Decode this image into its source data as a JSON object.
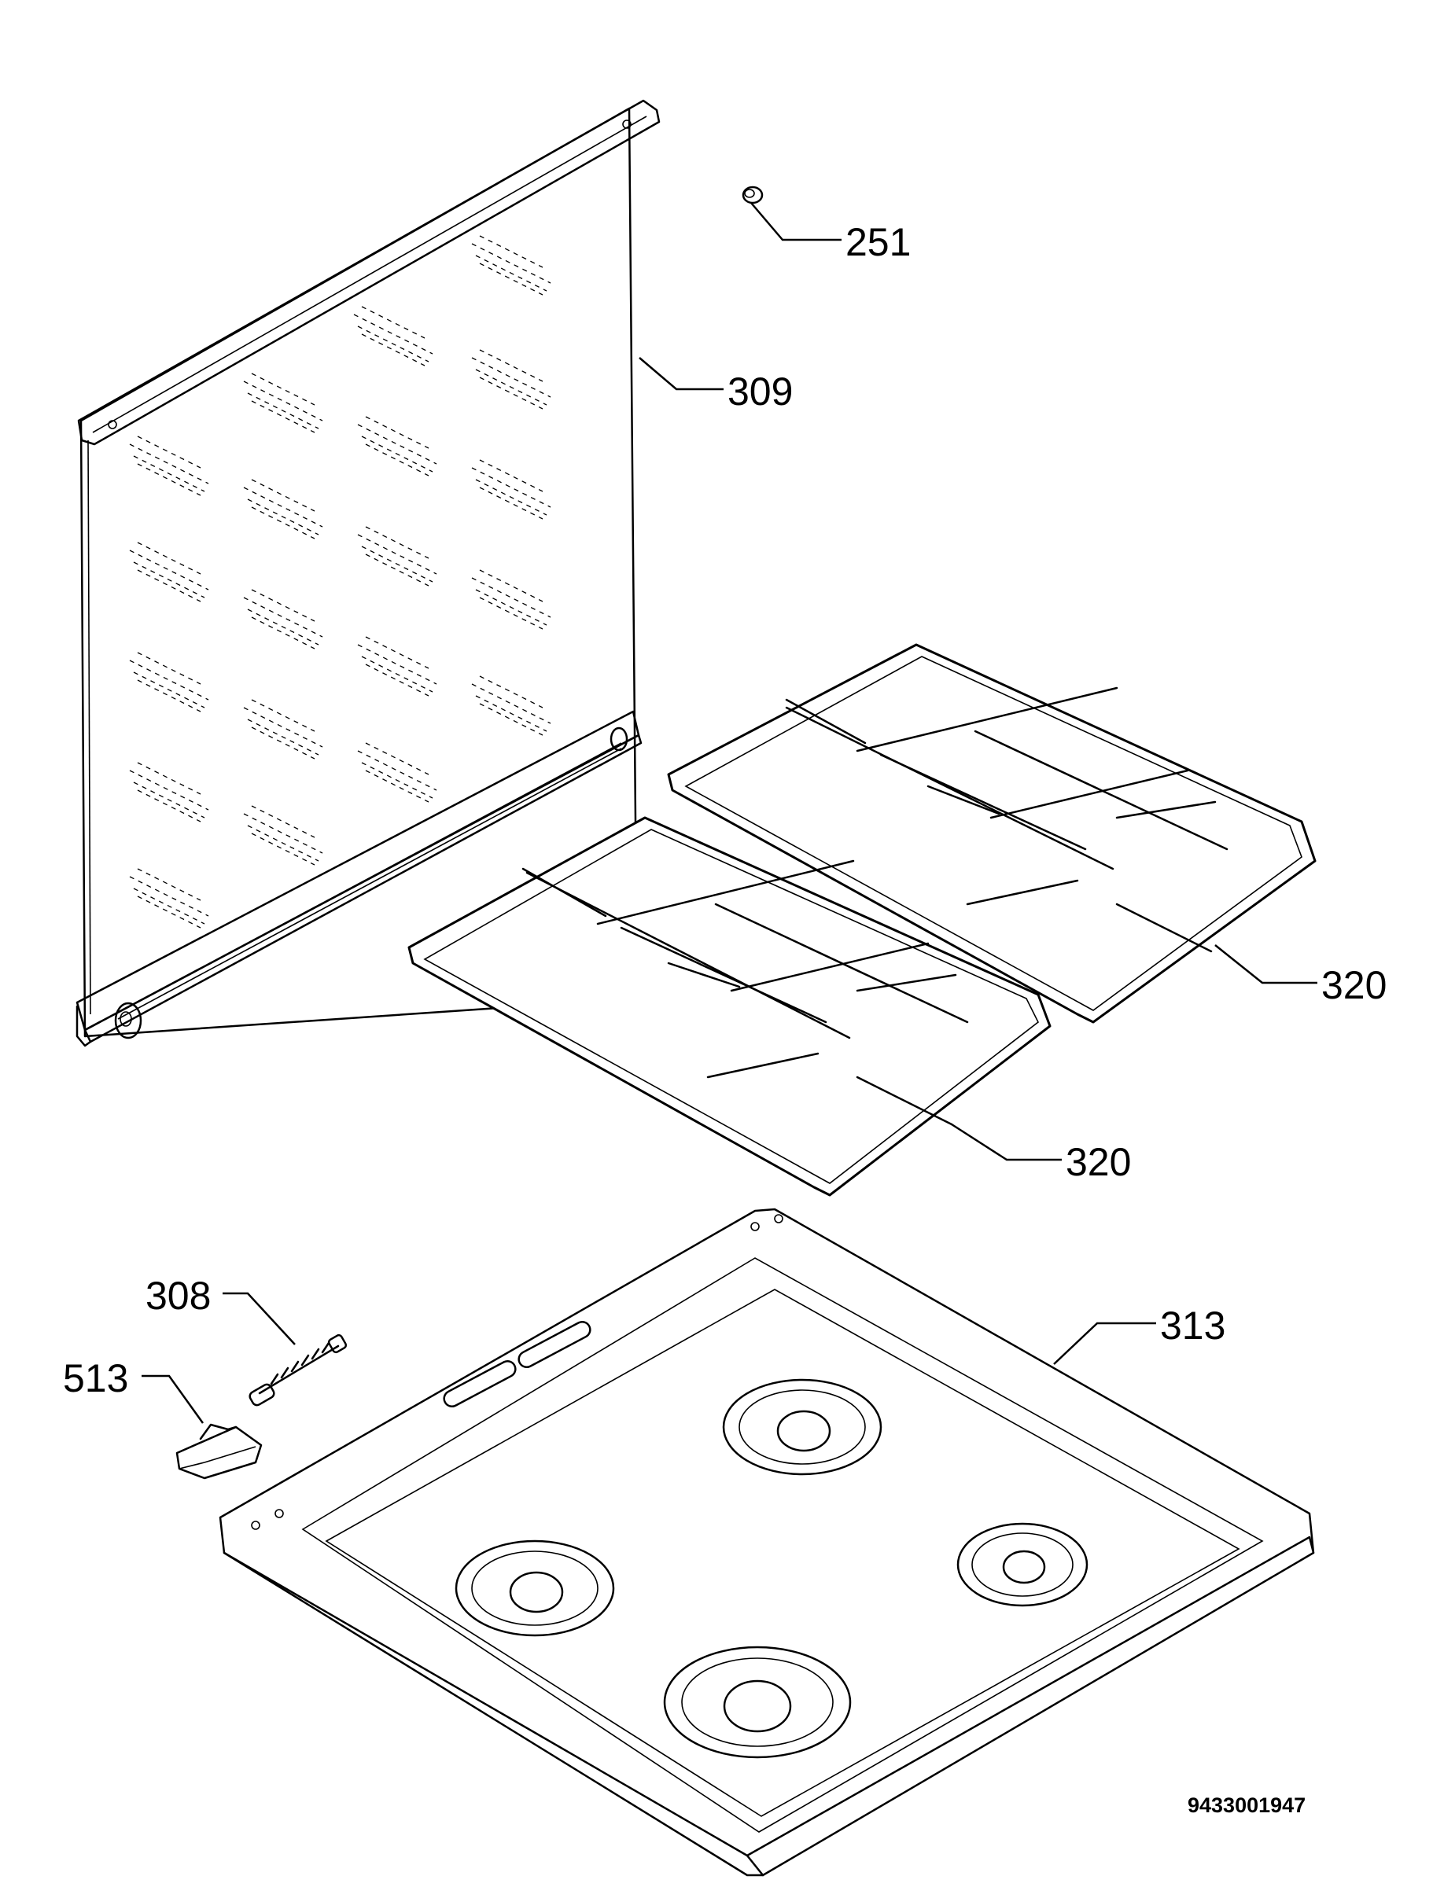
{
  "diagram": {
    "callouts": {
      "c251": "251",
      "c309": "309",
      "c320a": "320",
      "c320b": "320",
      "c313": "313",
      "c308": "308",
      "c513": "513"
    },
    "drawing_code": "9433001947"
  }
}
